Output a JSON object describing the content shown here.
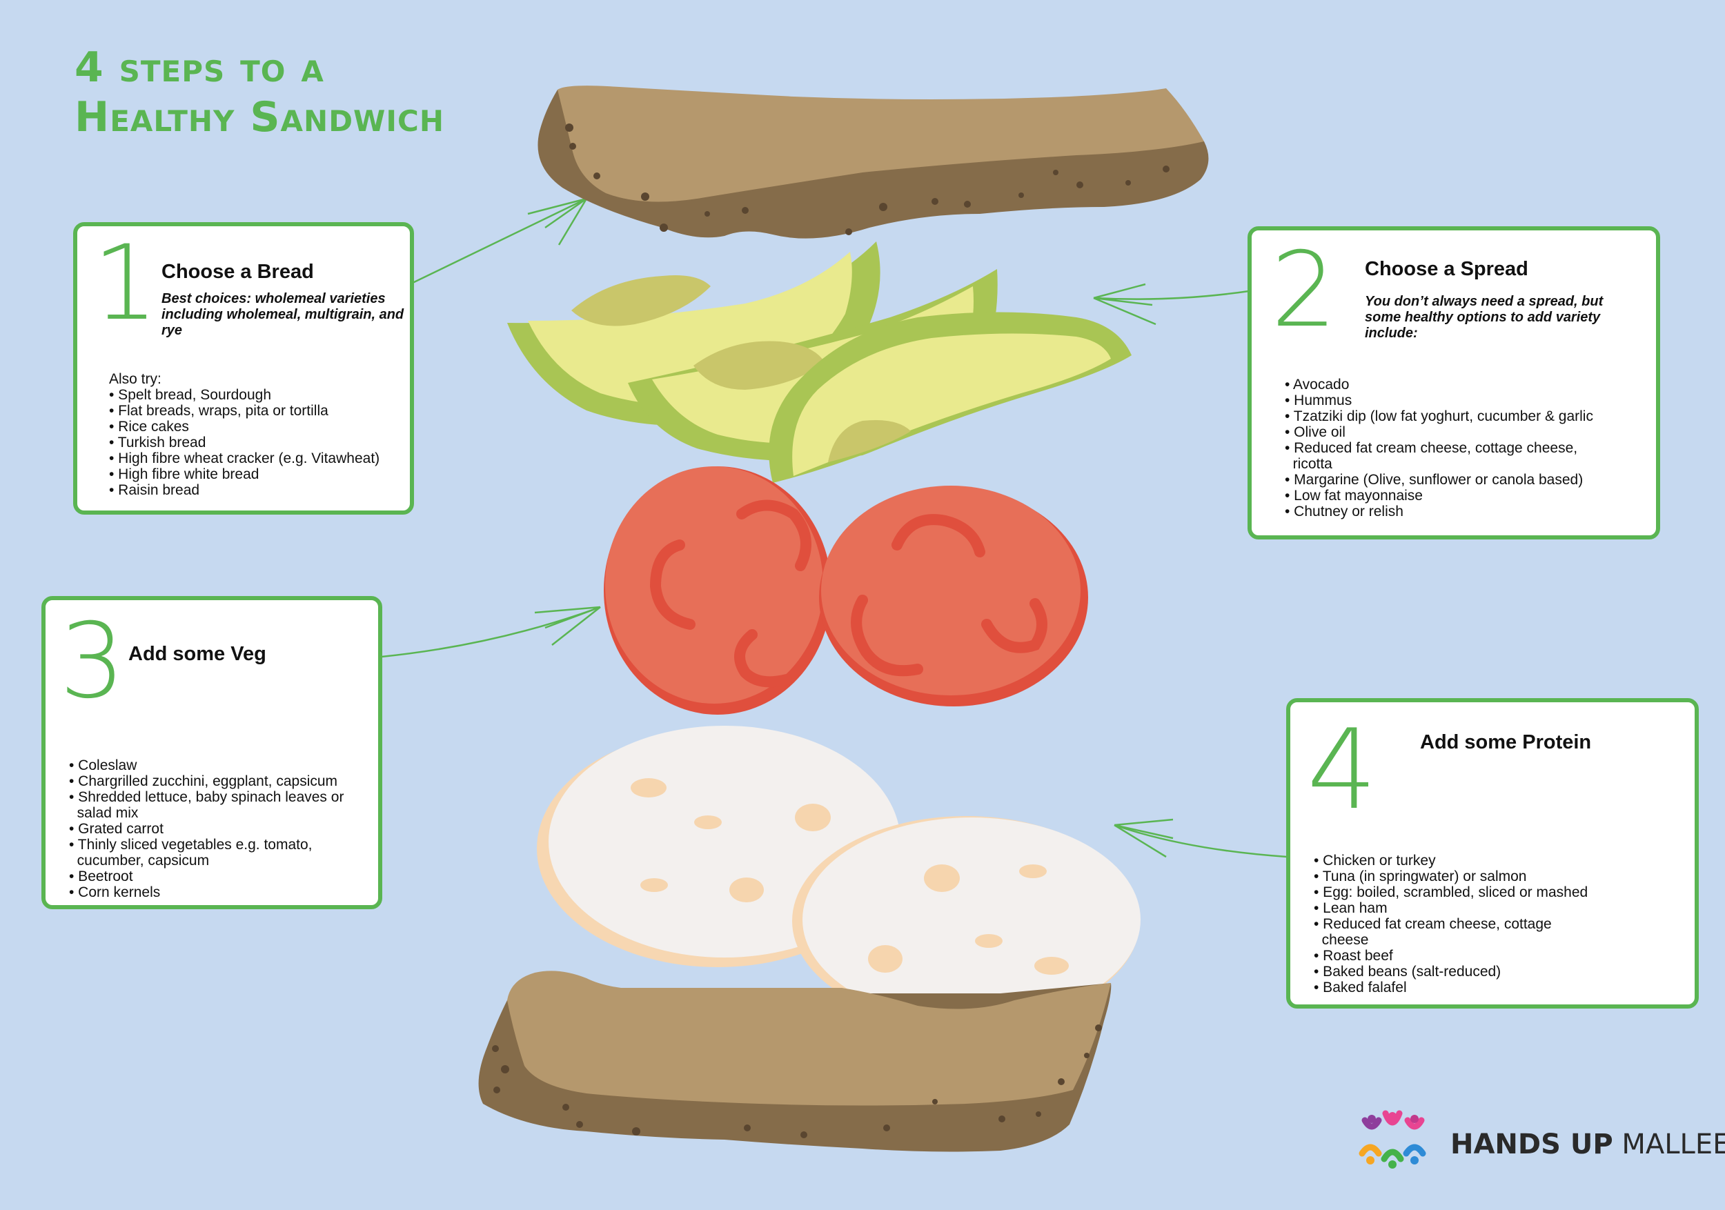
{
  "title": {
    "line1": "4 steps to a",
    "line2": "Healthy Sandwich"
  },
  "colors": {
    "accent": "#5ab552",
    "background": "#c6d9f0",
    "bread": "#b5986d",
    "crust": "#856c4a",
    "avocado": "#e9ea8e",
    "tomato": "#e76f58",
    "chicken": "#f3f0ee"
  },
  "steps": [
    {
      "number": "1",
      "heading": "Choose a Bread",
      "note": "Best choices: wholemeal varieties including wholemeal, multigrain, and rye",
      "list_intro": "Also try:",
      "items": [
        "• Spelt bread, Sourdough",
        "• Flat breads, wraps, pita or tortilla",
        "• Rice cakes",
        "• Turkish bread",
        "• High fibre wheat cracker (e.g. Vitawheat)",
        "• High fibre white bread",
        "• Raisin bread"
      ]
    },
    {
      "number": "2",
      "heading": "Choose a Spread",
      "note": "You don’t always need a spread, but some healthy options to add variety include:",
      "items": [
        "• Avocado",
        "• Hummus",
        "• Tzatziki dip (low fat yoghurt, cucumber & garlic",
        "• Olive oil",
        "• Reduced fat cream cheese, cottage cheese,\n  ricotta",
        "• Margarine (Olive, sunflower or canola based)",
        "• Low fat mayonnaise",
        "• Chutney or relish"
      ]
    },
    {
      "number": "3",
      "heading": "Add some Veg",
      "items": [
        "• Coleslaw",
        "• Chargrilled zucchini, eggplant, capsicum",
        "• Shredded lettuce, baby spinach leaves or\n  salad mix",
        "• Grated carrot",
        "• Thinly sliced vegetables e.g. tomato,\n  cucumber, capsicum",
        "• Beetroot",
        "• Corn kernels"
      ]
    },
    {
      "number": "4",
      "heading": "Add some Protein",
      "items": [
        "• Chicken or turkey",
        "• Tuna (in springwater) or salmon",
        "• Egg: boiled, scrambled, sliced or mashed",
        "• Lean ham",
        "• Reduced fat cream cheese, cottage\n  cheese",
        "• Roast beef",
        "• Baked beans (salt-reduced)",
        "• Baked falafel"
      ]
    }
  ],
  "logo": {
    "word1": "HANDS UP",
    "word2": "MALLEE"
  }
}
